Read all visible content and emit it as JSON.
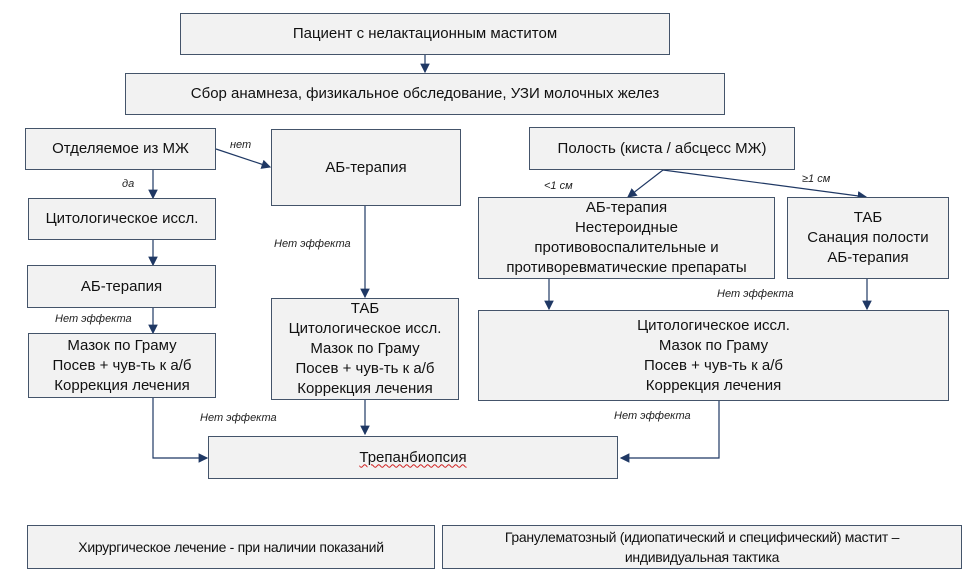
{
  "nodes": {
    "patient": {
      "lines": [
        "Пациент с нелактационным маститом"
      ]
    },
    "history": {
      "lines": [
        "Сбор анамнеза, физикальное обследование, УЗИ молочных желез"
      ]
    },
    "discharge": {
      "lines": [
        "Отделяемое из МЖ"
      ]
    },
    "ab_therapy_center": {
      "lines": [
        "АБ-терапия"
      ]
    },
    "cavity": {
      "lines": [
        "Полость (киста / абсцесс МЖ)"
      ]
    },
    "cytology_left": {
      "lines": [
        "Цитологическое иссл."
      ]
    },
    "ab_therapy_left": {
      "lines": [
        "АБ-терапия"
      ]
    },
    "gram_left": {
      "lines": [
        "Мазок по Граму",
        "Посев + чув-ть к а/б",
        "Коррекция лечения"
      ]
    },
    "tab_center": {
      "lines": [
        "ТАБ",
        "Цитологическое иссл.",
        "Мазок по Граму",
        "Посев + чув-ть к а/б",
        "Коррекция лечения"
      ]
    },
    "nsaid": {
      "lines": [
        "АБ-терапия",
        "Нестероидные",
        "противовоспалительные и",
        "противоревматические препараты"
      ]
    },
    "tab_right": {
      "lines": [
        "ТАБ",
        "Санация полости",
        "АБ-терапия"
      ]
    },
    "cytology_right": {
      "lines": [
        "Цитологическое иссл.",
        "Мазок по Граму",
        "Посев + чув-ть к а/б",
        "Коррекция лечения"
      ]
    },
    "trepan": {
      "lines": [
        "Трепанбиопсия"
      ]
    },
    "surgery": {
      "lines": [
        "Хирургическое лечение - при наличии показаний"
      ]
    },
    "granulomatous": {
      "lines": [
        "Гранулематозный (идиопатический и специфический) мастит –",
        "индивидуальная тактика"
      ]
    }
  },
  "edge_labels": {
    "no": "нет",
    "yes": "да",
    "no_effect_center": "Нет эффекта",
    "no_effect_left": "Нет эффекта",
    "lt_1cm": "<1 см",
    "ge_1cm": "≥1 см",
    "no_effect_right": "Нет эффекта",
    "no_effect_bottom_left": "Нет эффекта",
    "no_effect_bottom_right": "Нет эффекта"
  },
  "colors": {
    "box_fill": "#f2f2f2",
    "box_border": "#44546a",
    "arrow": "#1f3864"
  }
}
